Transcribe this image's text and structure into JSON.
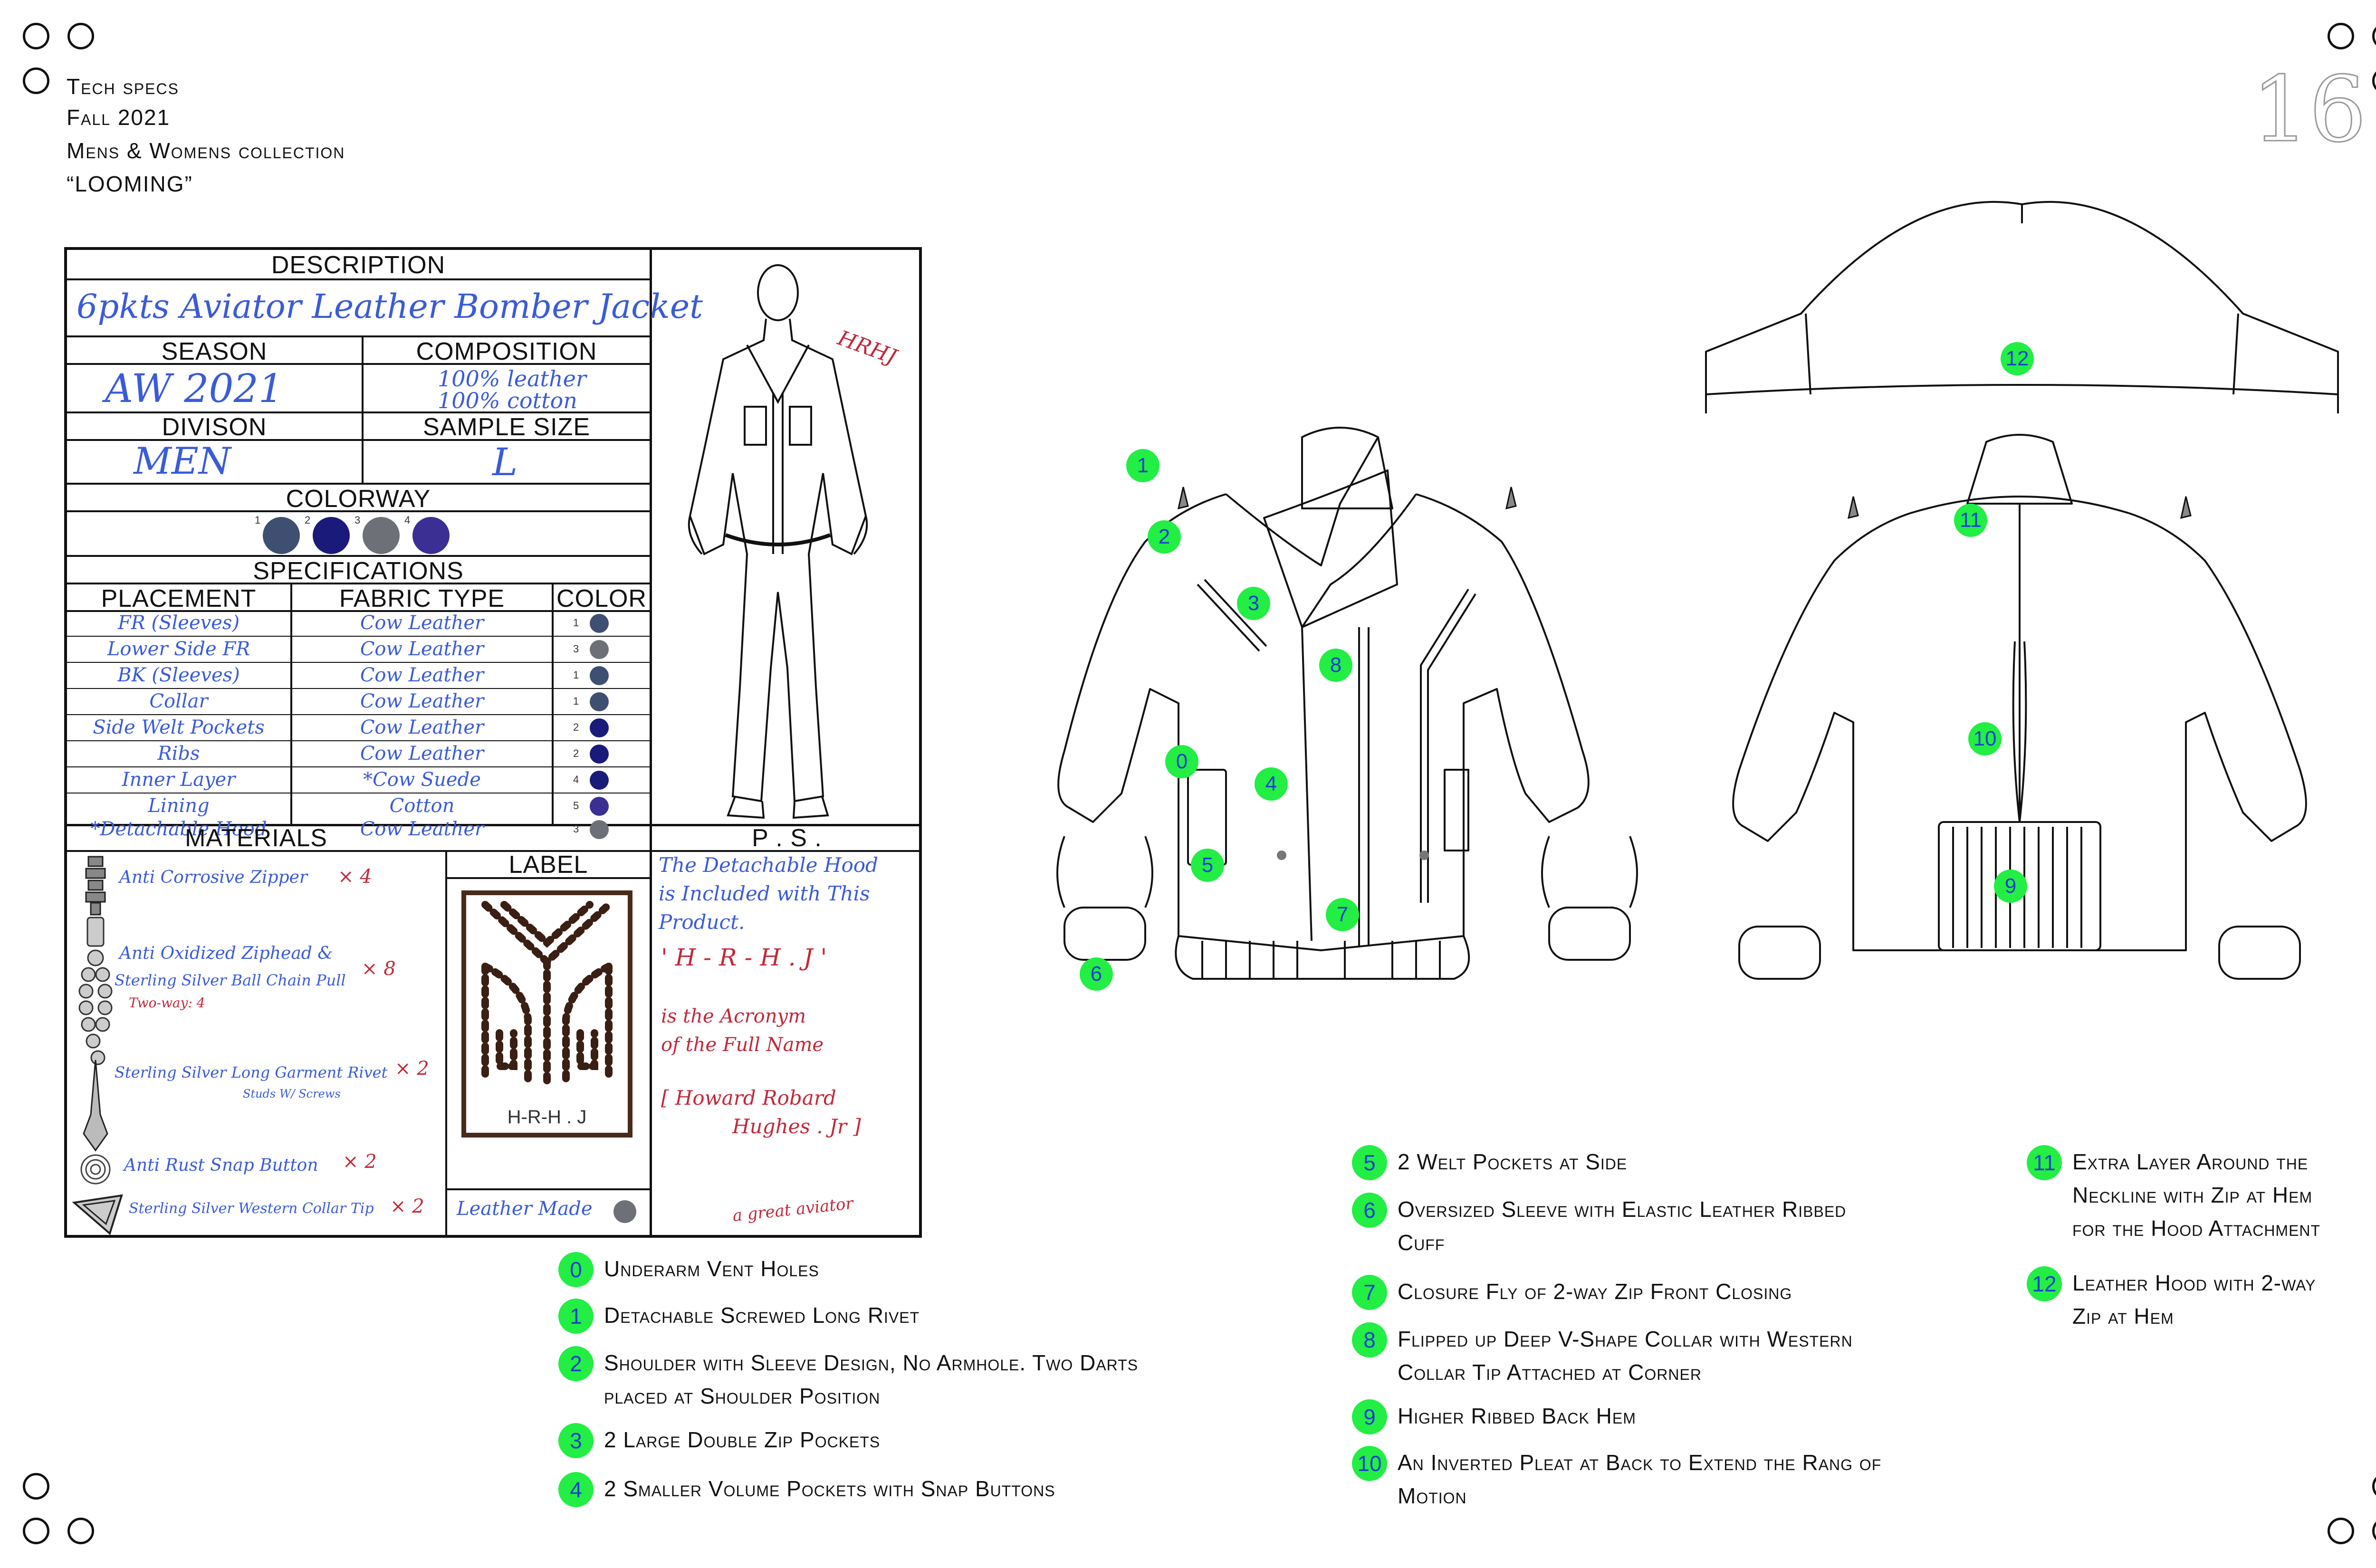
{
  "header": {
    "line1": "Tech specs",
    "line2": "Fall 2021",
    "line3": "Mens & Womens collection",
    "line4": "“LOOMING”"
  },
  "page_number": "16",
  "sheet": {
    "description_label": "DESCRIPTION",
    "description_value": "6pkts Aviator Leather Bomber Jacket",
    "season_label": "SEASON",
    "season_value": "AW 2021",
    "composition_label": "COMPOSITION",
    "composition_value_1": "100% leather",
    "composition_value_2": "100% cotton",
    "division_label": "DIVISON",
    "division_value": "MEN",
    "sample_size_label": "SAMPLE SIZE",
    "sample_size_value": "L",
    "colorway_label": "COLORWAY",
    "colorway": [
      {
        "num": "1",
        "color": "#3f4f72"
      },
      {
        "num": "2",
        "color": "#1a1a7a"
      },
      {
        "num": "3",
        "color": "#6e7078"
      },
      {
        "num": "4",
        "color": "#3b2f94"
      }
    ],
    "specifications_label": "SPECIFICATIONS",
    "col_placement": "PLACEMENT",
    "col_fabric": "FABRIC TYPE",
    "col_color": "COLOR",
    "spec_rows": [
      {
        "placement": "FR (Sleeves)",
        "fabric": "Cow Leather",
        "num": "1",
        "color": "#3f4f72"
      },
      {
        "placement": "Lower Side FR",
        "fabric": "Cow Leather",
        "num": "3",
        "color": "#6e7078"
      },
      {
        "placement": "BK (Sleeves)",
        "fabric": "Cow Leather",
        "num": "1",
        "color": "#3f4f72"
      },
      {
        "placement": "Collar",
        "fabric": "Cow Leather",
        "num": "1",
        "color": "#3f4f72"
      },
      {
        "placement": "Side Welt Pockets",
        "fabric": "Cow Leather",
        "num": "2",
        "color": "#1a1a7a"
      },
      {
        "placement": "Ribs",
        "fabric": "Cow Leather",
        "num": "2",
        "color": "#1a1a7a"
      },
      {
        "placement": "Inner Layer",
        "fabric": "*Cow Suede",
        "num": "4",
        "color": "#1a1a7a"
      },
      {
        "placement": "Lining",
        "fabric": "Cotton",
        "num": "5",
        "color": "#3b2f94"
      },
      {
        "placement": "*Detachable Hood",
        "fabric": "Cow Leather",
        "num": "3",
        "color": "#6e7078"
      }
    ],
    "materials_label": "MATERIALS",
    "materials": [
      {
        "text": "Anti Corrosive Zipper",
        "qty": "× 4"
      },
      {
        "text": "Anti Oxidized Ziphead &",
        "qty": "× 8"
      },
      {
        "text": "Sterling Silver Ball Chain Pull",
        "qty": ""
      },
      {
        "text": "Two-way: 4",
        "qty": ""
      },
      {
        "text": "Sterling Silver Long Garment Rivet",
        "qty": "× 2"
      },
      {
        "text": "Studs W/ Screws",
        "qty": ""
      },
      {
        "text": "Anti Rust Snap Button",
        "qty": "× 2"
      },
      {
        "text": "Sterling Silver Western Collar Tip",
        "qty": "× 2"
      }
    ],
    "label_label": "LABEL",
    "label_brand": "H-R-H . J",
    "label_material": "Leather Made",
    "ps_label": "P . S .",
    "ps_blue_1": "The Detachable Hood",
    "ps_blue_2": "is Included with This",
    "ps_blue_3": "Product.",
    "ps_red_1": "' H - R - H . J '",
    "ps_red_2": "is the Acronym",
    "ps_red_3": "of the Full Name",
    "ps_red_4": "[ Howard Robard",
    "ps_red_5": "Hughes . Jr ]",
    "ps_red_6": "a great aviator",
    "signature": "HRHJ"
  },
  "callouts": [
    "1",
    "2",
    "3",
    "8",
    "0",
    "4",
    "5",
    "7",
    "6",
    "12",
    "11",
    "10",
    "9"
  ],
  "legend": [
    {
      "num": "0",
      "text": "Underarm Vent Holes"
    },
    {
      "num": "1",
      "text": "Detachable Screwed Long Rivet"
    },
    {
      "num": "2",
      "text": "Shoulder with Sleeve Design, No Armhole. Two Darts",
      "text2": "placed at Shoulder Position"
    },
    {
      "num": "3",
      "text": "2 Large Double Zip Pockets"
    },
    {
      "num": "4",
      "text": "2 Smaller Volume Pockets with Snap Buttons"
    },
    {
      "num": "5",
      "text": "2 Welt Pockets at Side"
    },
    {
      "num": "6",
      "text": "Oversized Sleeve with Elastic Leather Ribbed",
      "text2": "Cuff"
    },
    {
      "num": "7",
      "text": "Closure Fly of 2-way Zip Front Closing"
    },
    {
      "num": "8",
      "text": "Flipped up Deep V-Shape Collar with Western",
      "text2": "Collar Tip Attached at Corner"
    },
    {
      "num": "9",
      "text": "Higher Ribbed Back Hem"
    },
    {
      "num": "10",
      "text": "An Inverted Pleat at Back to Extend the Rang of",
      "text2": "Motion"
    },
    {
      "num": "11",
      "text": "Extra Layer Around the",
      "text2": "Neckline with Zip at Hem",
      "text3": "for the Hood Attachment"
    },
    {
      "num": "12",
      "text": "Leather Hood with 2-way",
      "text2": "Zip at Hem"
    }
  ]
}
